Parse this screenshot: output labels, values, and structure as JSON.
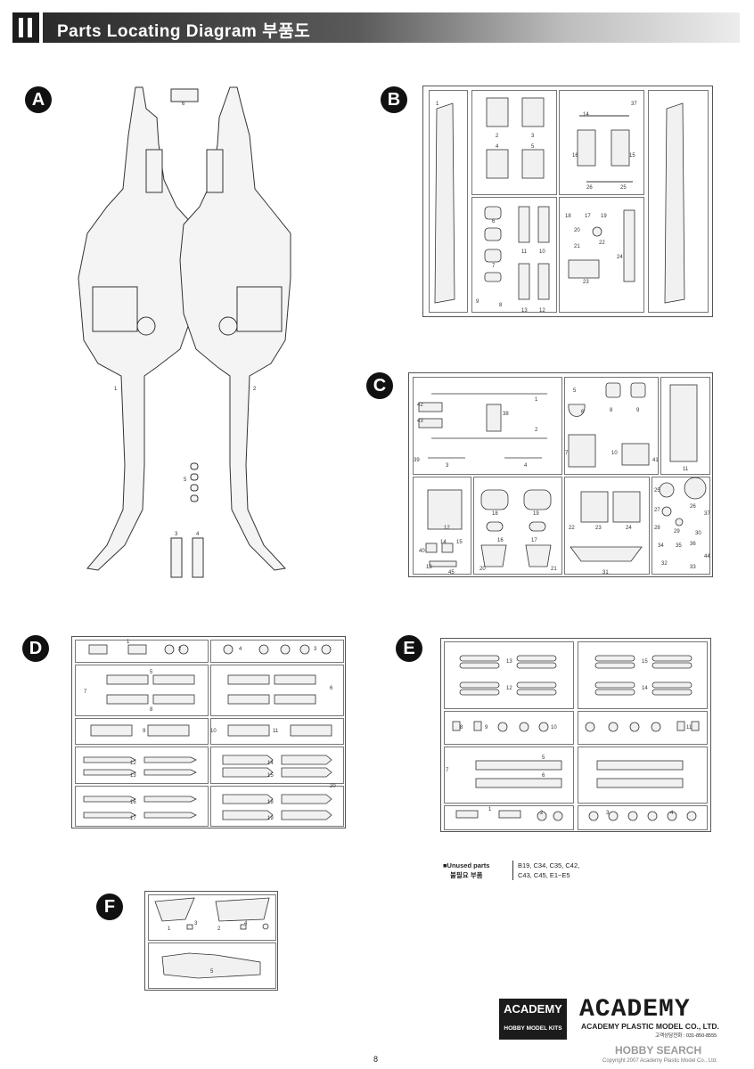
{
  "header": {
    "title": "Parts Locating Diagram",
    "title_kr": "부품도"
  },
  "sections": {
    "a": "A",
    "b": "B",
    "c": "C",
    "d": "D",
    "e": "E",
    "f": "F"
  },
  "runner_a": {
    "top_part": "6",
    "fuselage_left": "1",
    "fuselage_right": "2",
    "small_part": "5",
    "tail_left": "3",
    "tail_right": "4"
  },
  "runner_b": [
    "1",
    "2",
    "3",
    "4",
    "5",
    "14",
    "37",
    "15",
    "16",
    "26",
    "25",
    "6",
    "11",
    "10",
    "7",
    "8",
    "9",
    "12",
    "13",
    "18",
    "17",
    "19",
    "20",
    "22",
    "21",
    "23",
    "24"
  ],
  "runner_c": [
    "42",
    "43",
    "1",
    "38",
    "2",
    "39",
    "3",
    "4",
    "5",
    "6",
    "8",
    "9",
    "7",
    "10",
    "41",
    "11",
    "12",
    "40",
    "13",
    "14",
    "15",
    "45",
    "18",
    "19",
    "16",
    "17",
    "20",
    "21",
    "22",
    "23",
    "24",
    "31",
    "25",
    "26",
    "27",
    "37",
    "28",
    "29",
    "30",
    "34",
    "35",
    "36",
    "32",
    "33",
    "44"
  ],
  "runner_d": [
    "1",
    "2",
    "3",
    "4",
    "5",
    "6",
    "7",
    "8",
    "9",
    "10",
    "11",
    "12",
    "13",
    "14",
    "15",
    "16",
    "17",
    "18",
    "19",
    "20"
  ],
  "runner_e": [
    "1",
    "2",
    "3",
    "4",
    "5",
    "6",
    "7",
    "8",
    "9",
    "10",
    "11",
    "12",
    "13",
    "14",
    "15"
  ],
  "runner_f": [
    "1",
    "2",
    "3",
    "4",
    "5"
  ],
  "unused": {
    "label": "Unused parts",
    "label_kr": "불필요 부품",
    "parts_line1": "B19, C34, C35, C42,",
    "parts_line2": "C43, C45, E1~E5"
  },
  "brand": {
    "logo_box_top": "ACADEMY",
    "logo_box_sub": "HOBBY MODEL KITS",
    "wordmark": "ACADEMY",
    "company": "ACADEMY PLASTIC MODEL CO., LTD.",
    "tel": "고객상담전화 : 031-850-8555"
  },
  "footer": {
    "page_number": "8",
    "watermark": "HOBBY SEARCH",
    "copyright": "Copyright 2007 Academy Plastic Model Co., Ltd."
  },
  "colors": {
    "line": "#333333",
    "fill": "#f4f4f4",
    "header_dark": "#1c1c1c"
  }
}
